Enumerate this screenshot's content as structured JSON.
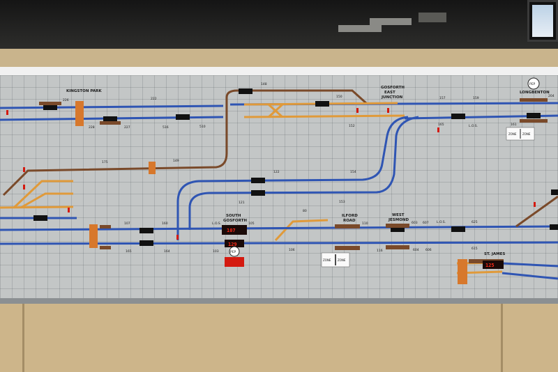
{
  "places": {
    "kingston_park": "KINGSTON PARK",
    "gosforth_east_junction": [
      "GOSFORTH",
      "EAST",
      "JUNCTION"
    ],
    "longbenton": "LONGBENTON",
    "south_gosforth": [
      "SOUTH",
      "GOSFORTH"
    ],
    "ilford_road": [
      "ILFORD",
      "ROAD"
    ],
    "west_jesmond": [
      "WEST",
      "JESMOND"
    ],
    "st_james": "ST. JAMES"
  },
  "signal_numbers": {
    "s222": "222",
    "s226": "226",
    "s228": "228",
    "s227": "227",
    "s516": "516",
    "s510": "510",
    "s148": "148",
    "s150": "150",
    "s152": "152",
    "s157": "157",
    "s159": "159",
    "s204": "204",
    "s161": "161",
    "s165": "165",
    "s175": "175",
    "s149": "149",
    "s122": "122",
    "s154": "154",
    "s121": "121",
    "s153": "153",
    "s107": "107",
    "s160": "160",
    "s165b": "165",
    "s164": "164",
    "s103": "103",
    "s105": "105",
    "s106": "106",
    "s80": "80",
    "s110": "110",
    "s116": "116",
    "s603": "603",
    "s607": "607",
    "s604": "604",
    "s606": "606",
    "s625": "625",
    "s615": "615"
  },
  "annotations": {
    "los_1": "L.O.S.",
    "los_2": "L.O.S.",
    "los_3": "L.O.S."
  },
  "displays": {
    "d1": "107",
    "d2": "129",
    "d3": "125"
  },
  "badges": {
    "pep": "PEP"
  },
  "zone_boards": {
    "zone_left": "ZONE",
    "zone_right": "ZONE"
  },
  "colors": {
    "mainline": "#2f55b3",
    "branch_brown": "#7a4a2a",
    "loop_orange": "#e09a3a",
    "display_red": "#d41a10"
  }
}
